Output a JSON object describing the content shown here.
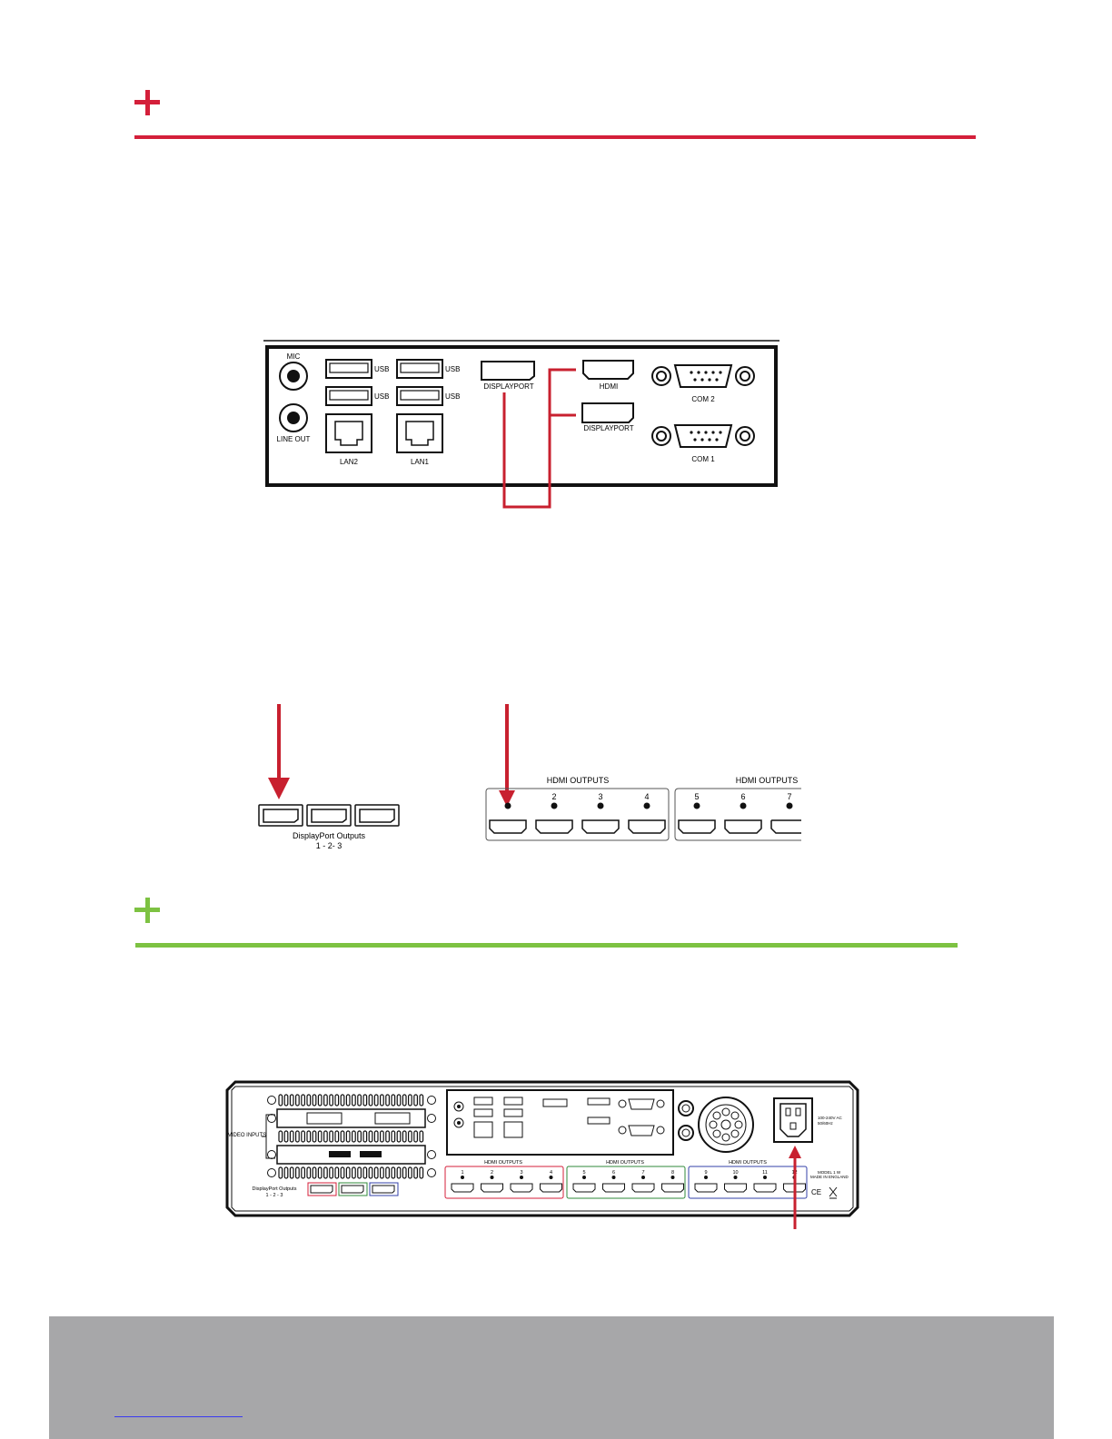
{
  "colors": {
    "section1_accent": "#d41f3a",
    "section2_accent": "#7dc242",
    "footer_bg": "#a7a7a9",
    "arrow": "#c8202f"
  },
  "icons": {
    "section1_marker": "plus-icon",
    "section2_marker": "plus-icon"
  },
  "rear_io_panel": {
    "mic": "MIC",
    "line_out": "LINE OUT",
    "usb_1": "USB",
    "usb_2": "USB",
    "usb_3": "USB",
    "usb_4": "USB",
    "lan2": "LAN2",
    "lan1": "LAN1",
    "displayport_main": "DISPLAYPORT",
    "hdmi": "HDMI",
    "displayport_alt": "DISPLAYPORT",
    "com2": "COM 2",
    "com1": "COM 1"
  },
  "outputs_detail": {
    "hdmi_outputs_group1": "HDMI OUTPUTS",
    "hdmi_outputs_group2": "HDMI OUTPUTS",
    "port_numbers": [
      "2",
      "3",
      "4",
      "5",
      "6",
      "7"
    ],
    "displayport_label": "DisplayPort Outputs",
    "displayport_numbers": "1 - 2- 3"
  },
  "full_rear_panel": {
    "video_inputs": "VIDEO INPUTS",
    "hdmi_outputs_a": "HDMI OUTPUTS",
    "hdmi_outputs_b": "HDMI OUTPUTS",
    "hdmi_outputs_c": "HDMI OUTPUTS",
    "port_numbers": [
      "1",
      "2",
      "3",
      "4",
      "5",
      "6",
      "7",
      "8",
      "9",
      "10",
      "11",
      "12"
    ],
    "displayport_label": "DisplayPort Outputs",
    "displayport_numbers": "1 - 2 - 3",
    "power_rating_1": "100-240V AC",
    "power_rating_2": "50/60Hz",
    "model": "MODEL 1 W",
    "made_in": "MADE IN ENGLAND",
    "ce_mark": "CE"
  }
}
